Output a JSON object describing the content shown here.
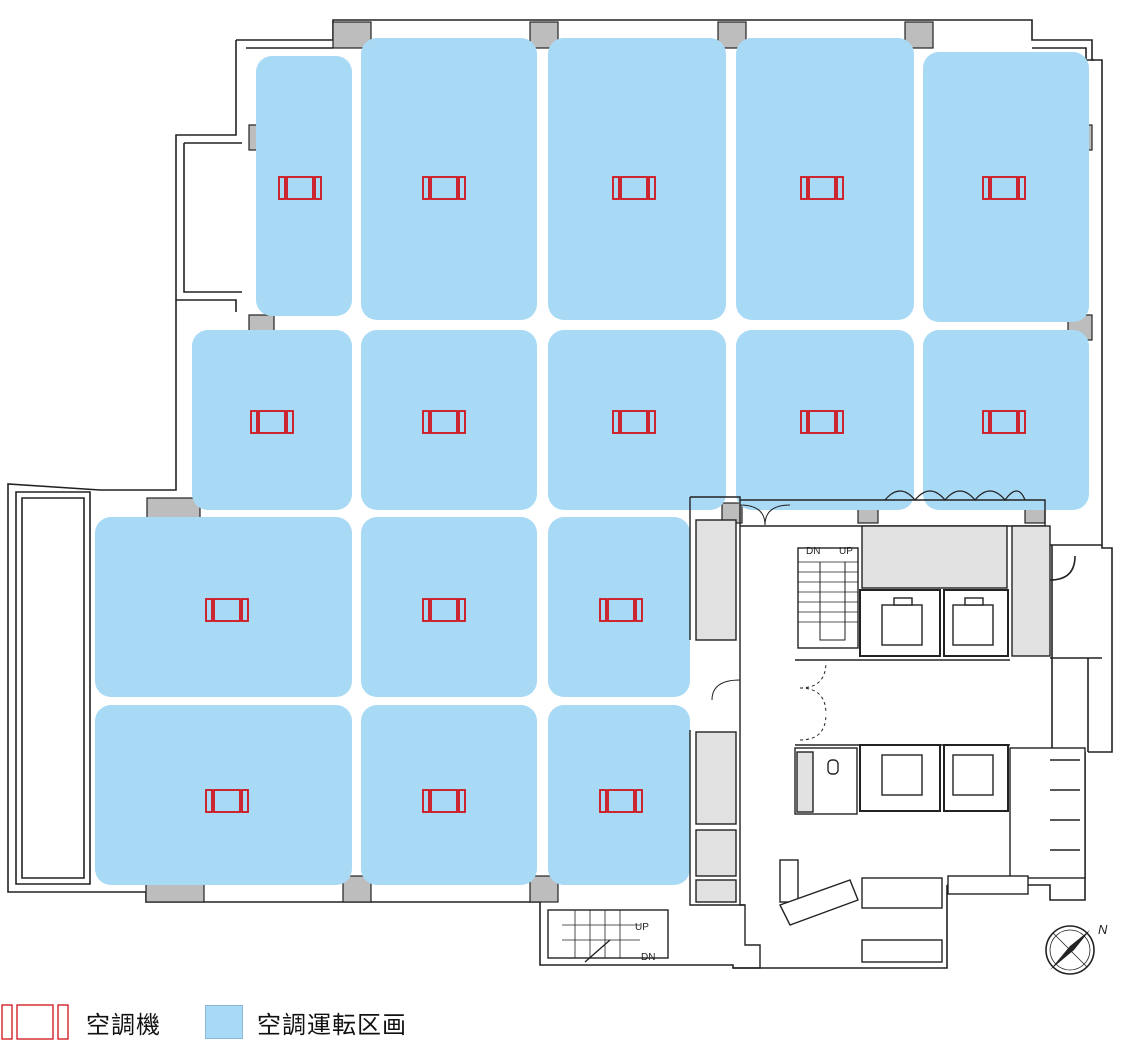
{
  "colors": {
    "zone_fill": "#a9daf5",
    "ac_unit": "#d0121b",
    "column": "#bdbdbd",
    "core_fill": "#e2e2e2",
    "wall": "#222222"
  },
  "stairs": [
    {
      "up": "UP",
      "dn": "DN"
    },
    {
      "up": "UP",
      "dn": "DN"
    }
  ],
  "compass": {
    "north": "N"
  },
  "legend": {
    "ac_unit_label": "空調機",
    "zone_label": "空調運転区画"
  }
}
